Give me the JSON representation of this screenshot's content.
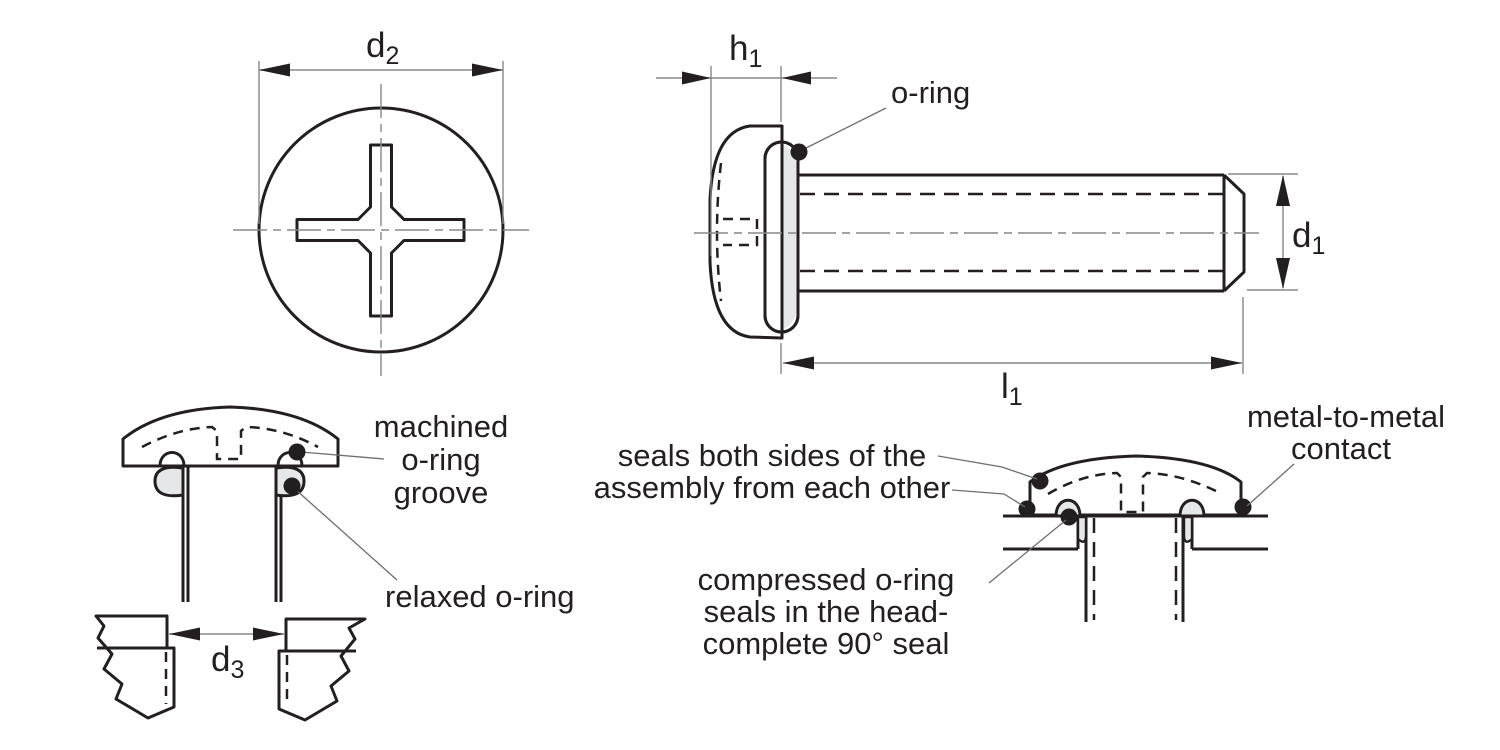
{
  "drawing": {
    "description": "technical drawing of an o-ring sealed pan head screw, four views",
    "colors": {
      "line": "#231f20",
      "thin": "#87898b",
      "leader": "#6d6e71",
      "oring_fill": "#e6e7e8",
      "bg": "#ffffff"
    },
    "dimensions": {
      "d2": {
        "base": "d",
        "sub": "2"
      },
      "h1": {
        "base": "h",
        "sub": "1"
      },
      "d1": {
        "base": "d",
        "sub": "1"
      },
      "l1": {
        "base": "l",
        "sub": "1"
      },
      "d3": {
        "base": "d",
        "sub": "3"
      }
    },
    "labels": {
      "oring": "o-ring",
      "machined_groove": {
        "line1": "machined",
        "line2": "o-ring",
        "line3": "groove"
      },
      "relaxed_oring": "relaxed o-ring",
      "seals_both": {
        "line1": "seals both sides of the",
        "line2": "assembly from each other"
      },
      "metal_contact": {
        "line1": "metal-to-metal",
        "line2": "contact"
      },
      "compressed_oring": {
        "line1": "compressed o-ring",
        "line2": "seals in the head-",
        "line3": "complete 90° seal"
      }
    }
  }
}
